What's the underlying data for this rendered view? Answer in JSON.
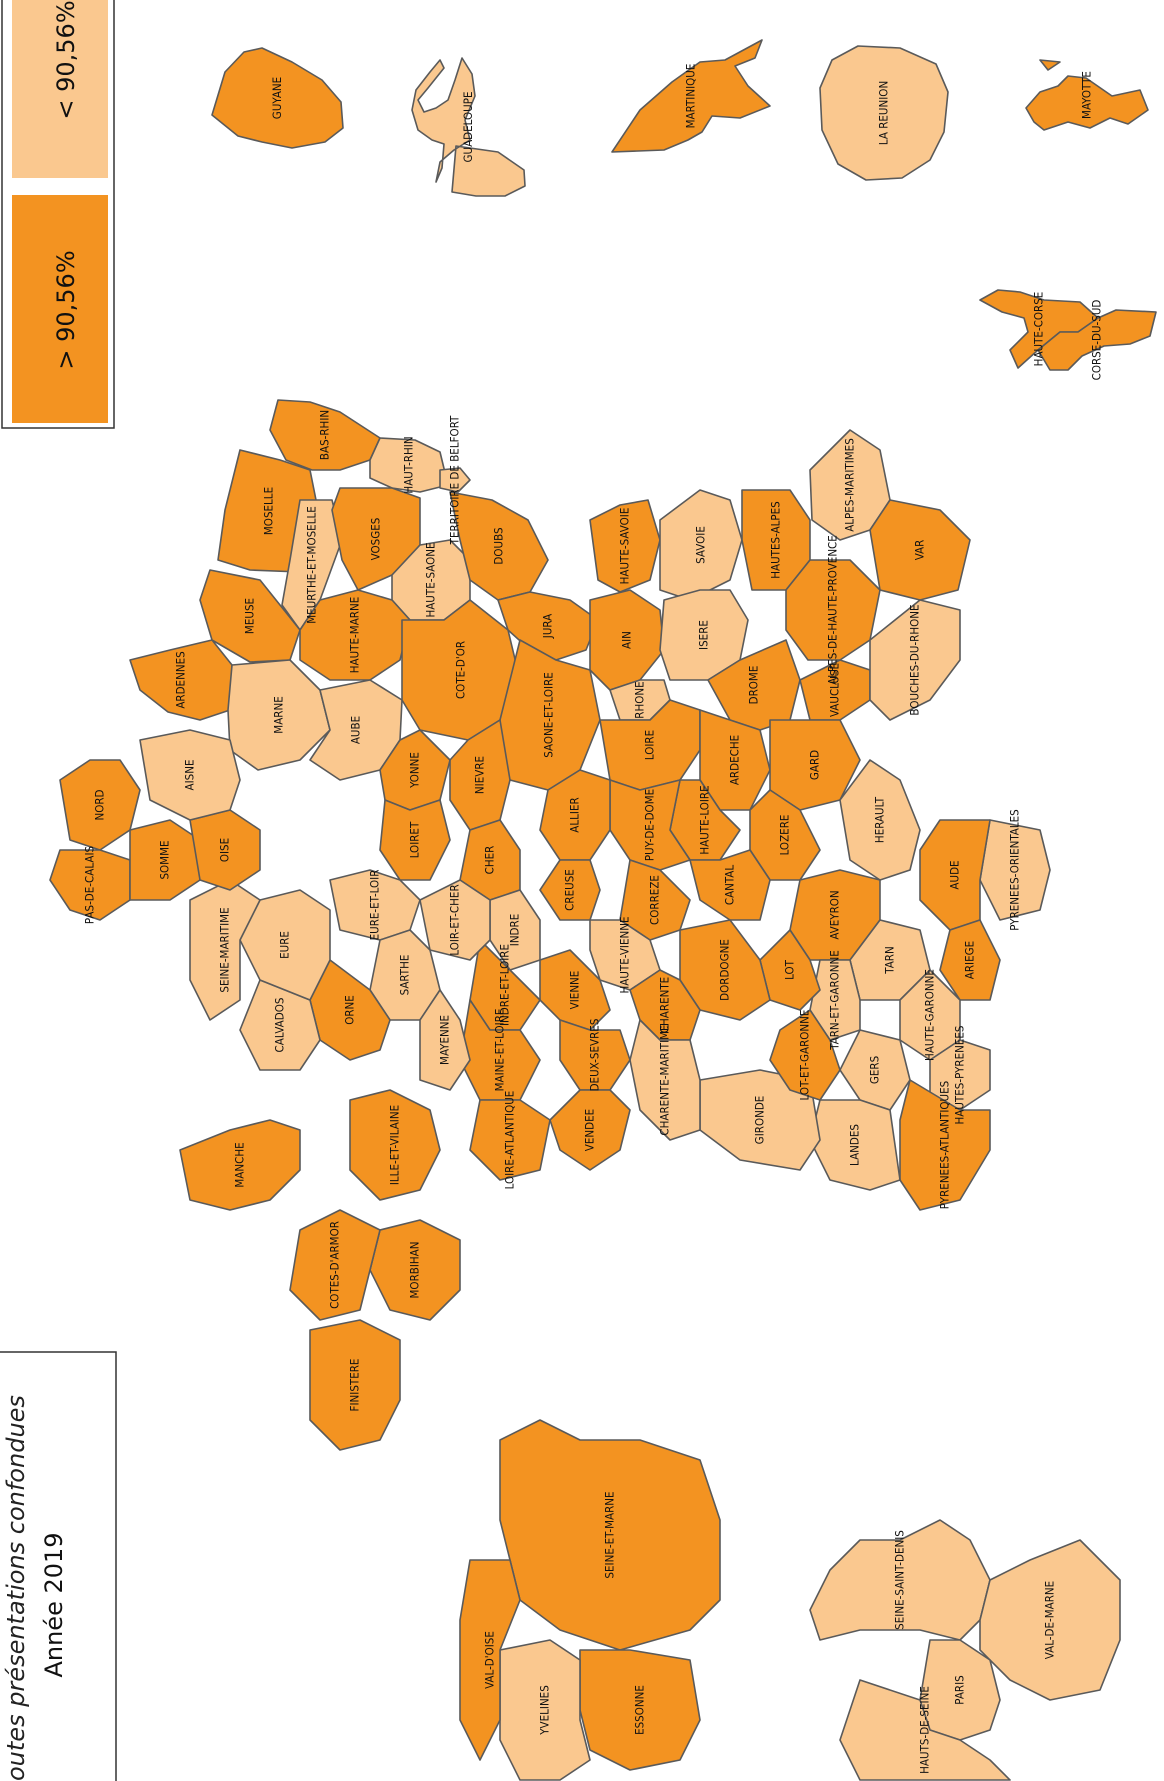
{
  "title": {
    "subtitle": "outes présentations confondues",
    "year": "Année 2019"
  },
  "legend": {
    "above": {
      "label": "> 90,56%",
      "color": "#F39321"
    },
    "below": {
      "label": "< 90,56%",
      "color": "#FAC88F"
    }
  },
  "colors": {
    "border": "#5a5a5a",
    "background": "#ffffff"
  },
  "regions": [
    {
      "name": "GUYANE",
      "category": "above"
    },
    {
      "name": "GUADELOUPE",
      "category": "below"
    },
    {
      "name": "MARTINIQUE",
      "category": "above"
    },
    {
      "name": "LA REUNION",
      "category": "below"
    },
    {
      "name": "MAYOTTE",
      "category": "above"
    },
    {
      "name": "HAUTE-CORSE",
      "category": "above"
    },
    {
      "name": "CORSE-DU-SUD",
      "category": "above"
    },
    {
      "name": "BAS-RHIN",
      "category": "above"
    },
    {
      "name": "HAUT-RHIN",
      "category": "below"
    },
    {
      "name": "TERRITOIRE DE BELFORT",
      "category": "below"
    },
    {
      "name": "MOSELLE",
      "category": "above"
    },
    {
      "name": "MEURTHE-ET-MOSELLE",
      "category": "below"
    },
    {
      "name": "VOSGES",
      "category": "above"
    },
    {
      "name": "HAUTE-SAONE",
      "category": "below"
    },
    {
      "name": "DOUBS",
      "category": "above"
    },
    {
      "name": "JURA",
      "category": "above"
    },
    {
      "name": "MEUSE",
      "category": "above"
    },
    {
      "name": "HAUTE-MARNE",
      "category": "above"
    },
    {
      "name": "ARDENNES",
      "category": "above"
    },
    {
      "name": "MARNE",
      "category": "below"
    },
    {
      "name": "AUBE",
      "category": "below"
    },
    {
      "name": "COTE-D'OR",
      "category": "above"
    },
    {
      "name": "SAONE-ET-LOIRE",
      "category": "above"
    },
    {
      "name": "AIN",
      "category": "above"
    },
    {
      "name": "HAUTE-SAVOIE",
      "category": "above"
    },
    {
      "name": "SAVOIE",
      "category": "below"
    },
    {
      "name": "ISERE",
      "category": "below"
    },
    {
      "name": "RHONE",
      "category": "below"
    },
    {
      "name": "LOIRE",
      "category": "above"
    },
    {
      "name": "HAUTES-ALPES",
      "category": "above"
    },
    {
      "name": "ALPES-DE-HAUTE-PROVENCE",
      "category": "above"
    },
    {
      "name": "ALPES-MARITIMES",
      "category": "below"
    },
    {
      "name": "VAR",
      "category": "above"
    },
    {
      "name": "DROME",
      "category": "above"
    },
    {
      "name": "VAUCLUSE",
      "category": "above"
    },
    {
      "name": "BOUCHES-DU-RHONE",
      "category": "below"
    },
    {
      "name": "ARDECHE",
      "category": "above"
    },
    {
      "name": "GARD",
      "category": "above"
    },
    {
      "name": "HAUTE-LOIRE",
      "category": "above"
    },
    {
      "name": "LOZERE",
      "category": "above"
    },
    {
      "name": "HERAULT",
      "category": "below"
    },
    {
      "name": "PYRENEES-ORIENTALES",
      "category": "below"
    },
    {
      "name": "AUDE",
      "category": "above"
    },
    {
      "name": "AVEYRON",
      "category": "above"
    },
    {
      "name": "TARN",
      "category": "below"
    },
    {
      "name": "ARIEGE",
      "category": "above"
    },
    {
      "name": "HAUTE-GARONNE",
      "category": "below"
    },
    {
      "name": "TARN-ET-GARONNE",
      "category": "below"
    },
    {
      "name": "GERS",
      "category": "below"
    },
    {
      "name": "HAUTES-PYRENEES",
      "category": "below"
    },
    {
      "name": "PYRENEES-ATLANTIQUES",
      "category": "above"
    },
    {
      "name": "LANDES",
      "category": "below"
    },
    {
      "name": "GIRONDE",
      "category": "below"
    },
    {
      "name": "LOT-ET-GARONNE",
      "category": "above"
    },
    {
      "name": "LOT",
      "category": "above"
    },
    {
      "name": "CANTAL",
      "category": "above"
    },
    {
      "name": "PUY-DE-DOME",
      "category": "above"
    },
    {
      "name": "ALLIER",
      "category": "above"
    },
    {
      "name": "NIEVRE",
      "category": "above"
    },
    {
      "name": "YONNE",
      "category": "above"
    },
    {
      "name": "CHER",
      "category": "above"
    },
    {
      "name": "CREUSE",
      "category": "above"
    },
    {
      "name": "CORREZE",
      "category": "above"
    },
    {
      "name": "DORDOGNE",
      "category": "above"
    },
    {
      "name": "HAUTE-VIENNE",
      "category": "below"
    },
    {
      "name": "INDRE",
      "category": "below"
    },
    {
      "name": "CHARENTE",
      "category": "above"
    },
    {
      "name": "CHARENTE-MARITIME",
      "category": "below"
    },
    {
      "name": "VIENNE",
      "category": "above"
    },
    {
      "name": "DEUX-SEVRES",
      "category": "above"
    },
    {
      "name": "VENDEE",
      "category": "above"
    },
    {
      "name": "INDRE-ET-LOIRE",
      "category": "above"
    },
    {
      "name": "LOIR-ET-CHER",
      "category": "below"
    },
    {
      "name": "LOIRET",
      "category": "above"
    },
    {
      "name": "EURE-ET-LOIR",
      "category": "below"
    },
    {
      "name": "SARTHE",
      "category": "below"
    },
    {
      "name": "MAINE-ET-LOIRE",
      "category": "above"
    },
    {
      "name": "LOIRE-ATLANTIQUE",
      "category": "above"
    },
    {
      "name": "MAYENNE",
      "category": "below"
    },
    {
      "name": "ORNE",
      "category": "above"
    },
    {
      "name": "CALVADOS",
      "category": "below"
    },
    {
      "name": "EURE",
      "category": "below"
    },
    {
      "name": "SEINE-MARITIME",
      "category": "below"
    },
    {
      "name": "MANCHE",
      "category": "above"
    },
    {
      "name": "ILLE-ET-VILAINE",
      "category": "above"
    },
    {
      "name": "MORBIHAN",
      "category": "above"
    },
    {
      "name": "COTES-D'ARMOR",
      "category": "above"
    },
    {
      "name": "FINISTERE",
      "category": "above"
    },
    {
      "name": "NORD",
      "category": "above"
    },
    {
      "name": "PAS-DE-CALAIS",
      "category": "above"
    },
    {
      "name": "SOMME",
      "category": "above"
    },
    {
      "name": "OISE",
      "category": "above"
    },
    {
      "name": "AISNE",
      "category": "below"
    },
    {
      "name": "SEINE-ET-MARNE",
      "category": "above"
    },
    {
      "name": "ESSONNE",
      "category": "above"
    },
    {
      "name": "YVELINES",
      "category": "below"
    },
    {
      "name": "VAL-D'OISE",
      "category": "above"
    },
    {
      "name": "SEINE-SAINT-DENIS",
      "category": "below"
    },
    {
      "name": "VAL-DE-MARNE",
      "category": "below"
    },
    {
      "name": "PARIS",
      "category": "below"
    },
    {
      "name": "HAUTS-DE-SEINE",
      "category": "below"
    }
  ]
}
